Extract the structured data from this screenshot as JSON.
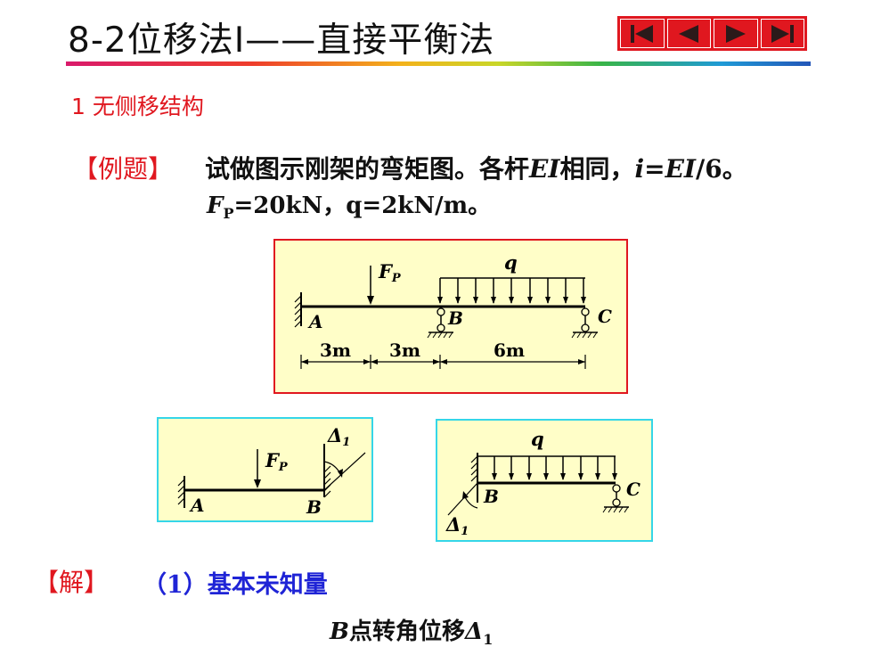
{
  "slide": {
    "title": "8-2位移法Ⅰ——直接平衡法",
    "section": "1 无侧移结构",
    "example": {
      "label": "【例题】",
      "line1_pre": "试做图示刚架的弯矩图。各杆",
      "line1_EI": "EI",
      "line1_mid": "相同，",
      "line1_formula_i": "i",
      "line1_formula_eq": "=",
      "line1_formula_EI": "EI",
      "line1_formula_end": "/6。",
      "line2_F": "F",
      "line2_sub": "P",
      "line2_rest": "=20kN，q=2kN/m。"
    },
    "solution": {
      "label": "【解】",
      "step1": "（1）基本未知量",
      "unknown_B": "B",
      "unknown_text": "点转角位移",
      "unknown_delta": "Δ",
      "unknown_sub": "1"
    }
  },
  "nav": {
    "first": "first-slide-icon",
    "prev": "previous-slide-icon",
    "next": "next-slide-icon",
    "last": "last-slide-icon"
  },
  "diagram_main": {
    "load_FP": "F",
    "load_FP_sub": "P",
    "load_q": "q",
    "node_A": "A",
    "node_B": "B",
    "node_C": "C",
    "dim1": "3m",
    "dim2": "3m",
    "dim3": "6m"
  },
  "diagram_left": {
    "load_FP": "F",
    "load_FP_sub": "P",
    "node_A": "A",
    "node_B": "B",
    "delta": "Δ",
    "delta_sub": "1"
  },
  "diagram_right": {
    "load_q": "q",
    "node_B": "B",
    "node_C": "C",
    "delta": "Δ",
    "delta_sub": "1"
  },
  "colors": {
    "accent_red": "#e0171f",
    "step_blue": "#1f24d6",
    "panel_fill": "#fffec8",
    "panel_border_cyan": "#35d6e8"
  }
}
